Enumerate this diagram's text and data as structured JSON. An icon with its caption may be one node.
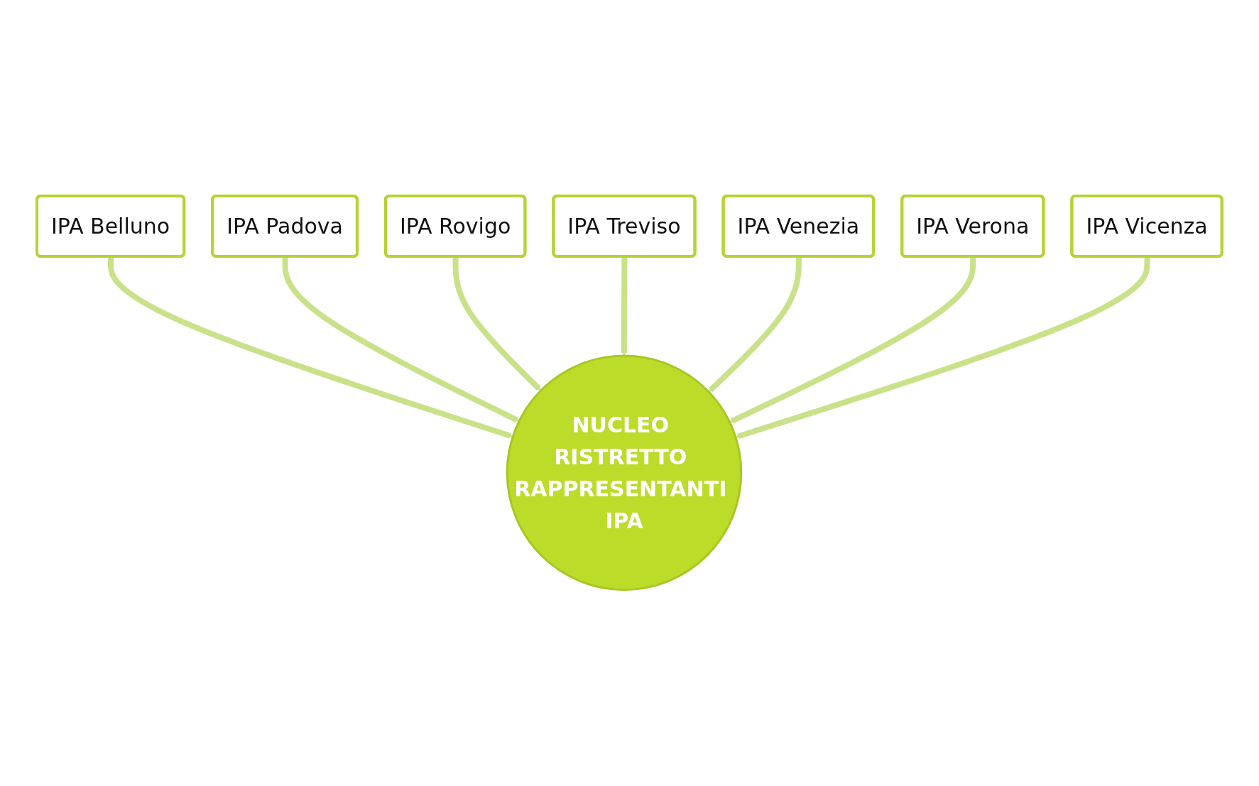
{
  "diagram": {
    "nodes": [
      {
        "text": [
          "IPA Belluno"
        ]
      },
      {
        "text": [
          "IPA Padova"
        ]
      },
      {
        "text": [
          "IPA Rovigo"
        ]
      },
      {
        "text": [
          "IPA Treviso"
        ]
      },
      {
        "text": [
          "IPA Venezia"
        ]
      },
      {
        "text": [
          "IPA Verona"
        ]
      },
      {
        "text": [
          "IPA Vicenza"
        ]
      },
      {
        "text": [
          "NUCLEO RISTRETTO RAPPRESENTANTI IPA"
        ]
      }
    ],
    "edges": [
      {
        "from": 0,
        "to": 7,
        "arrow": "to"
      },
      {
        "from": 1,
        "to": 7,
        "arrow": "to"
      },
      {
        "from": 2,
        "to": 7,
        "arrow": "to"
      },
      {
        "from": 3,
        "to": 7,
        "arrow": "to"
      },
      {
        "from": 4,
        "to": 7,
        "arrow": "to"
      },
      {
        "from": 5,
        "to": 7,
        "arrow": "to"
      },
      {
        "from": 6,
        "to": 7,
        "arrow": "to"
      }
    ]
  }
}
